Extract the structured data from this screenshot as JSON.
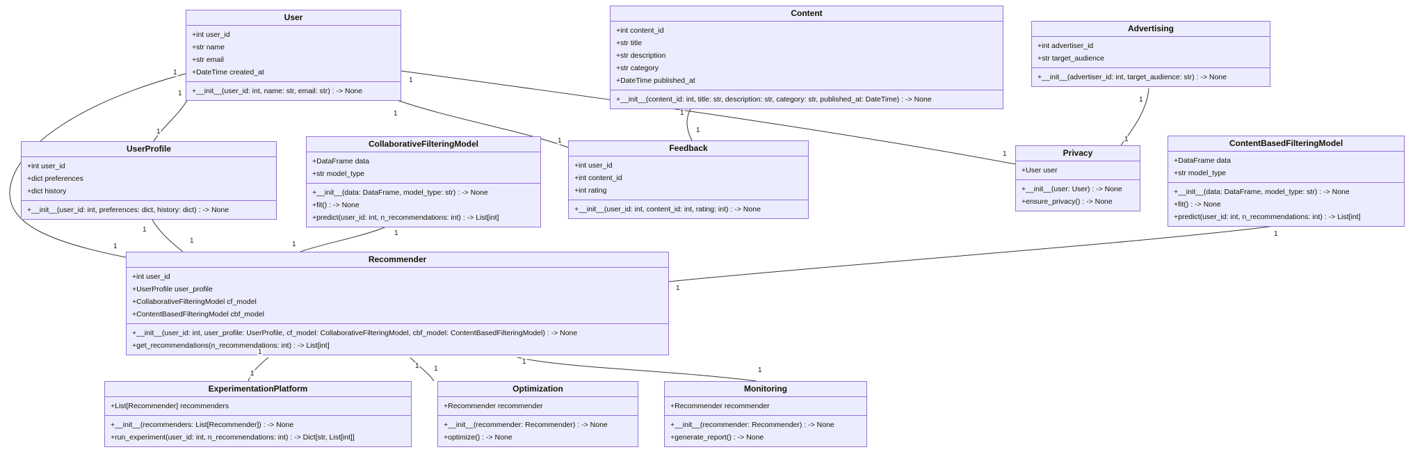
{
  "diagram": {
    "type": "uml-class-diagram",
    "subject": "Recommender system class model"
  },
  "colors": {
    "node_fill": "#ECECFF",
    "node_border": "#9370DB",
    "edge": "#333333",
    "text": "#131300",
    "background": "#FFFFFF"
  },
  "classes": [
    {
      "name": "User",
      "attributes": [
        "+int user_id",
        "+str name",
        "+str email",
        "+DateTime created_at"
      ],
      "methods": [
        "+__init__(user_id: int, name: str, email: str) : -> None"
      ]
    },
    {
      "name": "Content",
      "attributes": [
        "+int content_id",
        "+str title",
        "+str description",
        "+str category",
        "+DateTime published_at"
      ],
      "methods": [
        "+__init__(content_id: int, title: str, description: str, category: str, published_at: DateTime) : -> None"
      ]
    },
    {
      "name": "Advertising",
      "attributes": [
        "+int advertiser_id",
        "+str target_audience"
      ],
      "methods": [
        "+__init__(advertiser_id: int, target_audience: str) : -> None"
      ]
    },
    {
      "name": "UserProfile",
      "attributes": [
        "+int user_id",
        "+dict preferences",
        "+dict history"
      ],
      "methods": [
        "+__init__(user_id: int, preferences: dict, history: dict) : -> None"
      ]
    },
    {
      "name": "CollaborativeFilteringModel",
      "attributes": [
        "+DataFrame data",
        "+str model_type"
      ],
      "methods": [
        "+__init__(data: DataFrame, model_type: str) : -> None",
        "+fit() : -> None",
        "+predict(user_id: int, n_recommendations: int) : -> List[int]"
      ]
    },
    {
      "name": "Feedback",
      "attributes": [
        "+int user_id",
        "+int content_id",
        "+int rating"
      ],
      "methods": [
        "+__init__(user_id: int, content_id: int, rating: int) : -> None"
      ]
    },
    {
      "name": "Privacy",
      "attributes": [
        "+User user"
      ],
      "methods": [
        "+__init__(user: User) : -> None",
        "+ensure_privacy() : -> None"
      ]
    },
    {
      "name": "ContentBasedFilteringModel",
      "attributes": [
        "+DataFrame data",
        "+str model_type"
      ],
      "methods": [
        "+__init__(data: DataFrame, model_type: str) : -> None",
        "+fit() : -> None",
        "+predict(user_id: int, n_recommendations: int) : -> List[int]"
      ]
    },
    {
      "name": "Recommender",
      "attributes": [
        "+int user_id",
        "+UserProfile user_profile",
        "+CollaborativeFilteringModel cf_model",
        "+ContentBasedFilteringModel cbf_model"
      ],
      "methods": [
        "+__init__(user_id: int, user_profile: UserProfile, cf_model: CollaborativeFilteringModel, cbf_model: ContentBasedFilteringModel) : -> None",
        "+get_recommendations(n_recommendations: int) : -> List[int]"
      ]
    },
    {
      "name": "ExperimentationPlatform",
      "attributes": [
        "+List[Recommender] recommenders"
      ],
      "methods": [
        "+__init__(recommenders: List[Recommender]) : -> None",
        "+run_experiment(user_id: int, n_recommendations: int) : -> Dict[str, List[int]]"
      ]
    },
    {
      "name": "Optimization",
      "attributes": [
        "+Recommender recommender"
      ],
      "methods": [
        "+__init__(recommender: Recommender) : -> None",
        "+optimize() : -> None"
      ]
    },
    {
      "name": "Monitoring",
      "attributes": [
        "+Recommender recommender"
      ],
      "methods": [
        "+__init__(recommender: Recommender) : -> None",
        "+generate_report() : -> None"
      ]
    }
  ],
  "relationships": [
    {
      "from": "User",
      "to": "UserProfile",
      "from_multiplicity": "1",
      "to_multiplicity": "1"
    },
    {
      "from": "User",
      "to": "Recommender",
      "from_multiplicity": "1",
      "to_multiplicity": "1"
    },
    {
      "from": "User",
      "to": "Feedback",
      "from_multiplicity": "1",
      "to_multiplicity": "1"
    },
    {
      "from": "User",
      "to": "Privacy",
      "from_multiplicity": "1",
      "to_multiplicity": "1"
    },
    {
      "from": "Content",
      "to": "Feedback",
      "from_multiplicity": "1",
      "to_multiplicity": "1"
    },
    {
      "from": "Advertising",
      "to": "Privacy",
      "from_multiplicity": "1",
      "to_multiplicity": "1"
    },
    {
      "from": "UserProfile",
      "to": "Recommender",
      "from_multiplicity": "1",
      "to_multiplicity": "1"
    },
    {
      "from": "CollaborativeFilteringModel",
      "to": "Recommender",
      "from_multiplicity": "1",
      "to_multiplicity": "1"
    },
    {
      "from": "ContentBasedFilteringModel",
      "to": "Recommender",
      "from_multiplicity": "1",
      "to_multiplicity": "1"
    },
    {
      "from": "Recommender",
      "to": "ExperimentationPlatform",
      "from_multiplicity": "1",
      "to_multiplicity": "1"
    },
    {
      "from": "Recommender",
      "to": "Optimization",
      "from_multiplicity": "1",
      "to_multiplicity": "1"
    },
    {
      "from": "Recommender",
      "to": "Monitoring",
      "from_multiplicity": "1",
      "to_multiplicity": "1"
    }
  ]
}
